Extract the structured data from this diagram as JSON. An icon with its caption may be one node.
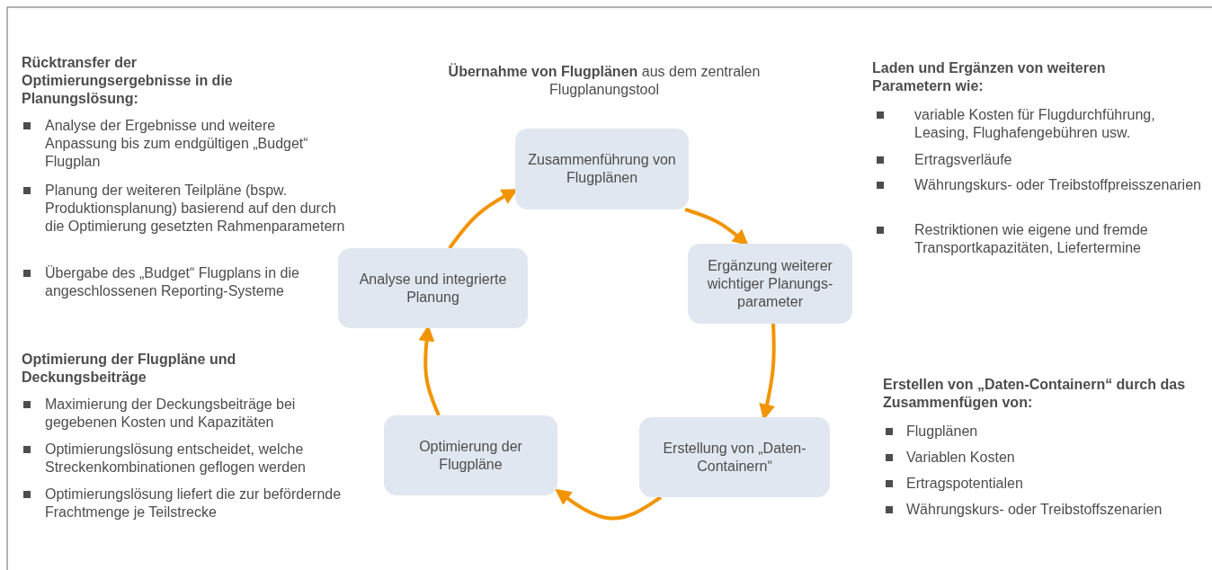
{
  "diagram": {
    "nodes": [
      {
        "text": [
          "Zusammenführung von Flugplänen"
        ]
      },
      {
        "text": [
          "Ergänzung weiterer wichtiger Planungs-parameter"
        ]
      },
      {
        "text": [
          "Erstellung von „Daten-Containern“"
        ]
      },
      {
        "text": [
          "Optimierung der Flugpläne"
        ]
      },
      {
        "text": [
          "Analyse und integrierte Planung"
        ]
      }
    ],
    "edges": [
      {
        "from": 0,
        "to": 1,
        "arrow": "to",
        "color": "#f29400"
      },
      {
        "from": 1,
        "to": 2,
        "arrow": "to",
        "color": "#f29400"
      },
      {
        "from": 2,
        "to": 3,
        "arrow": "to",
        "color": "#f29400"
      },
      {
        "from": 3,
        "to": 4,
        "arrow": "to",
        "color": "#f29400"
      },
      {
        "from": 4,
        "to": 0,
        "arrow": "to",
        "color": "#f29400"
      }
    ],
    "labels": [
      "**Übernahme von Flugplänen** aus dem zentralen Flugplanungstool",
      "Rücktransfer der Optimierungsergebnisse in die Planungslösung:",
      "Analyse der Ergebnisse und weitere Anpassung bis zum endgültigen „Budget“ Flugplan",
      "Planung der weiteren Teilpläne (bspw. Produktionsplanung) basierend auf den durch die Optimierung gesetzten Rahmenparametern",
      "Übergabe des „Budget“ Flugplans in die angeschlossenen Reporting-Systeme",
      "Laden und Ergänzen von weiteren Parametern wie:",
      "variable Kosten für Flugdurchführung, Leasing, Flughafengebühren usw.",
      "Ertragsverläufe",
      "Währungskurs- oder Treibstoffpreisszenarien",
      "Restriktionen wie eigene und fremde Transportkapazitäten, Liefertermine",
      "Optimierung der Flugpläne und Deckungsbeiträge",
      "Maximierung der Deckungsbeiträge bei gegebenen Kosten und Kapazitäten",
      "Optimierungslösung entscheidet, welche Streckenkombinationen geflogen werden",
      "Optimierungslösung liefert die zur befördernde Frachtmenge je Teilstrecke",
      "Erstellen von „Daten-Containern“ durch das Zusammenfügen von:",
      "Flugplänen",
      "Variablen Kosten",
      "Ertragspotentialen",
      "Währungskurs- oder Treibstoffszenarien"
    ]
  }
}
